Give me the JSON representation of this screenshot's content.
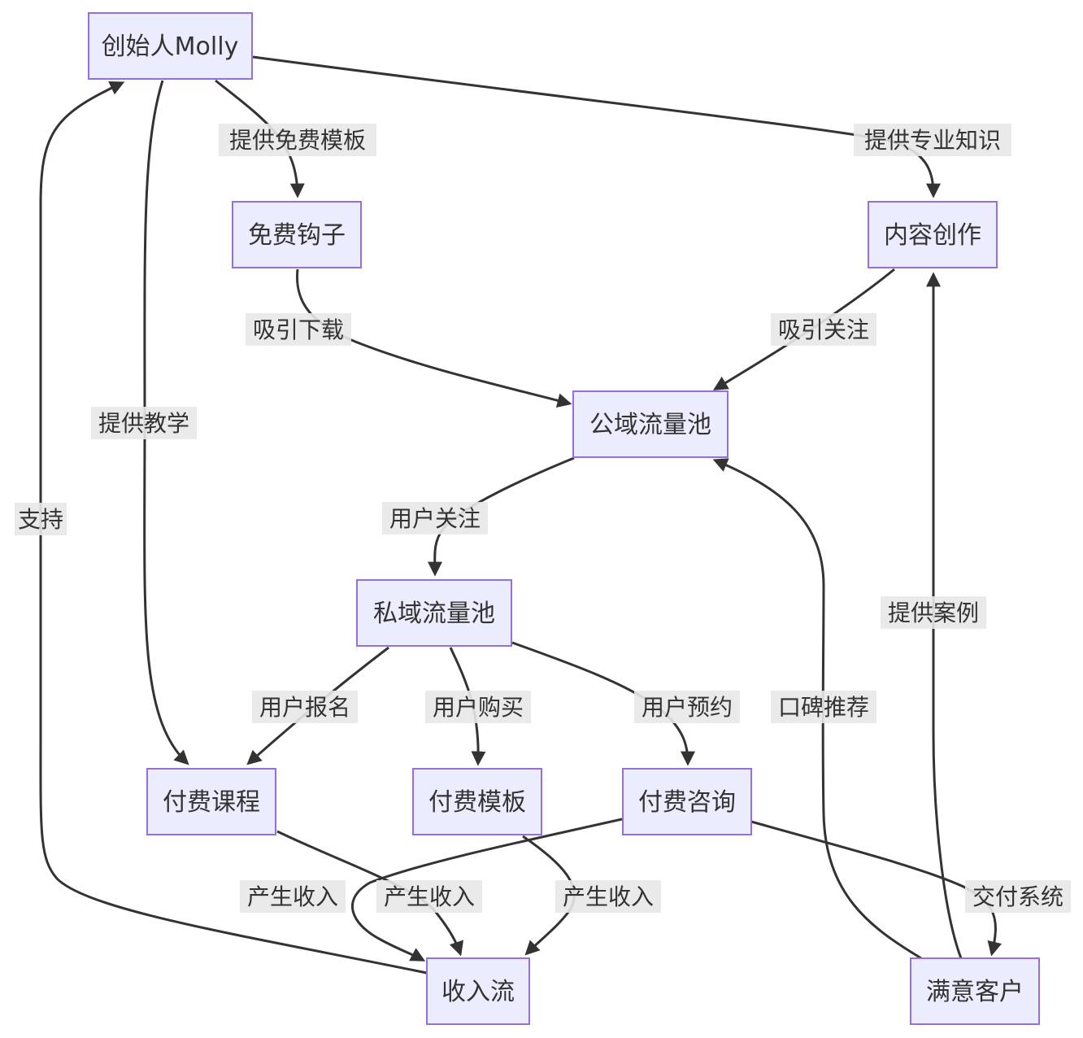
{
  "nodes": {
    "founder": "创始人Molly",
    "free_hook": "免费钩子",
    "content": "内容创作",
    "public_pool": "公域流量池",
    "private_pool": "私域流量池",
    "paid_course": "付费课程",
    "paid_template": "付费模板",
    "paid_consult": "付费咨询",
    "income": "收入流",
    "happy_client": "满意客户"
  },
  "edges": {
    "free_templates": "提供免费模板",
    "expertise": "提供专业知识",
    "teaching": "提供教学",
    "download": "吸引下载",
    "follow_attract": "吸引关注",
    "user_follow": "用户关注",
    "signup": "用户报名",
    "buy": "用户购买",
    "book": "用户预约",
    "income_course": "产生收入",
    "income_template": "产生收入",
    "income_consult": "产生收入",
    "support": "支持",
    "delivery": "交付系统",
    "word_of_mouth": "口碑推荐",
    "cases": "提供案例"
  },
  "colors": {
    "node_fill": "#ECECFF",
    "node_stroke": "#9370DB",
    "edge": "#333333",
    "label_bg": "#e8e8e8",
    "text": "#333333"
  }
}
